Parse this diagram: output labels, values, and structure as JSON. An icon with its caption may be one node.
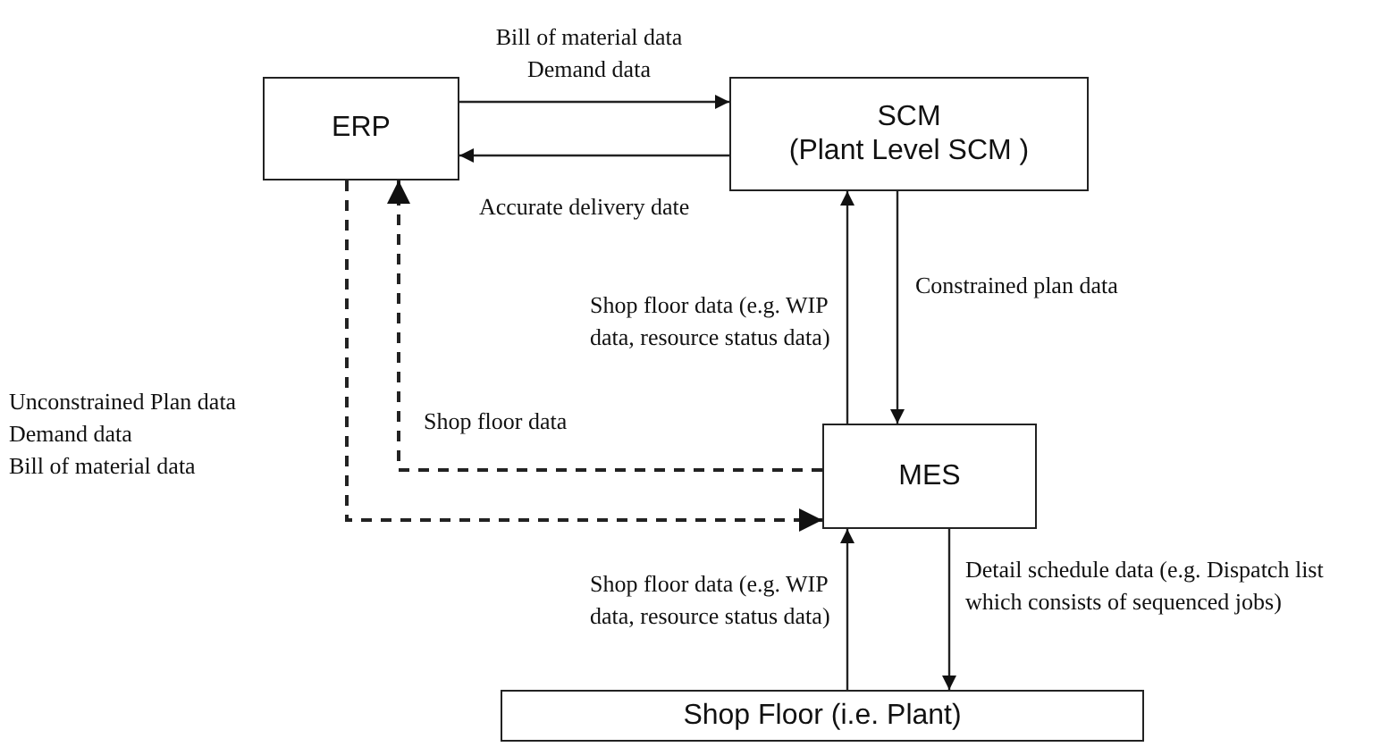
{
  "diagram": {
    "nodes": [
      {
        "text": [
          "ERP"
        ]
      },
      {
        "text": [
          "SCM",
          "(Plant Level SCM )"
        ]
      },
      {
        "text": [
          "MES"
        ]
      },
      {
        "text": [
          "Shop Floor (i.e. Plant)"
        ]
      }
    ],
    "edges": [
      {
        "from": 0,
        "to": 1,
        "arrow": "to",
        "label": "Bill of material data Demand data"
      },
      {
        "from": 1,
        "to": 0,
        "arrow": "to",
        "label": "Accurate delivery date"
      },
      {
        "from": 1,
        "to": 2,
        "arrow": "to",
        "label": "Constrained plan data"
      },
      {
        "from": 2,
        "to": 1,
        "arrow": "to",
        "label": "Shop floor data (e.g. WIP data, resource status data)"
      },
      {
        "from": 2,
        "to": 0,
        "arrow": "to",
        "style": "dashed",
        "label": "Shop floor data"
      },
      {
        "from": 0,
        "to": 2,
        "arrow": "to",
        "style": "dashed"
      },
      {
        "from": 3,
        "to": 2,
        "arrow": "to",
        "label": "Shop floor data (e.g. WIP data, resource status data)"
      },
      {
        "from": 2,
        "to": 3,
        "arrow": "to",
        "label": "Detail schedule data (e.g. Dispatch list which consists of sequenced jobs)"
      }
    ],
    "labels": [
      "Unconstrained Plan data",
      "Demand data",
      "Bill of material data"
    ]
  }
}
